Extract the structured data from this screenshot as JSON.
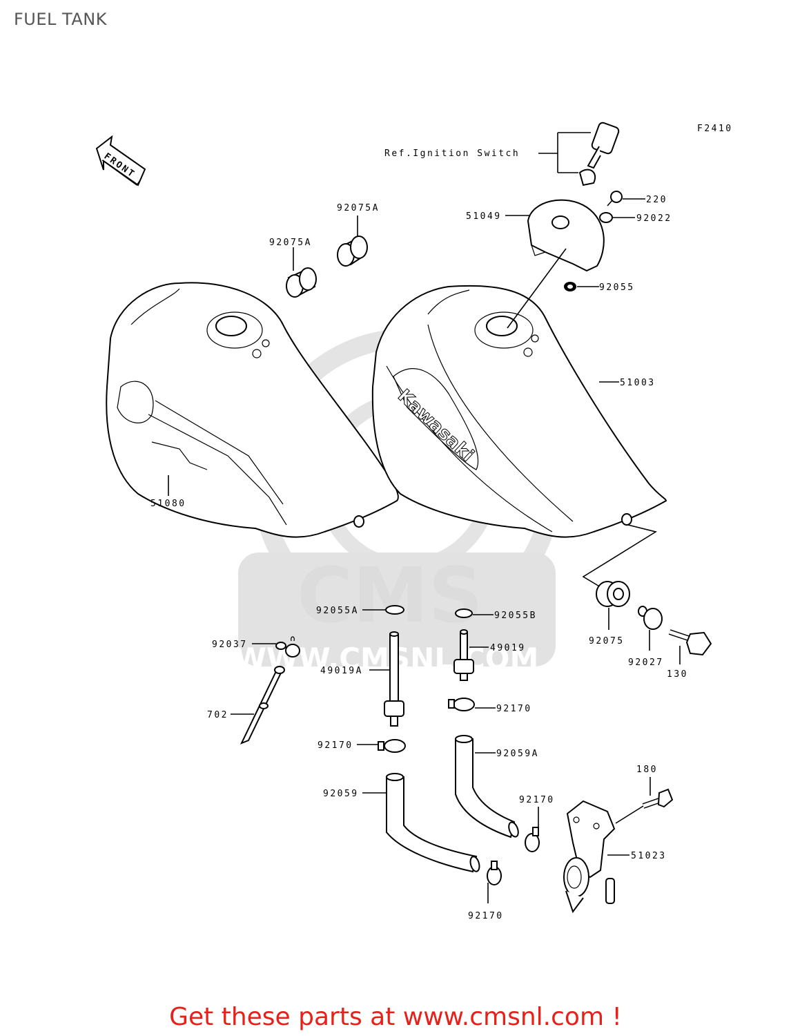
{
  "header": {
    "title": "FUEL TANK"
  },
  "figure_code": "F2410",
  "front_label": "FRONT",
  "tank_brand": "Kawasaki",
  "watermark": {
    "logo": "CMS",
    "url": "WWW.CMSNL.COM"
  },
  "callouts": {
    "ignition_ref": "Ref.Ignition Switch",
    "p220": "220",
    "p92022": "92022",
    "p51049": "51049",
    "p92055": "92055",
    "p92075A_right": "92075A",
    "p92075A_left": "92075A",
    "p51003": "51003",
    "p51080": "51080",
    "p92075": "92075",
    "p92027": "92027",
    "p130": "130",
    "p92055A": "92055A",
    "p92055B": "92055B",
    "p92037": "92037",
    "p49019": "49019",
    "p49019A": "49019A",
    "p702": "702",
    "p92170_a": "92170",
    "p92170_b": "92170",
    "p92059A": "92059A",
    "p92059": "92059",
    "p180": "180",
    "p92170_c": "92170",
    "p51023": "51023",
    "p92170_d": "92170"
  },
  "footer": {
    "text": "Get these parts at www.cmsnl.com !"
  }
}
